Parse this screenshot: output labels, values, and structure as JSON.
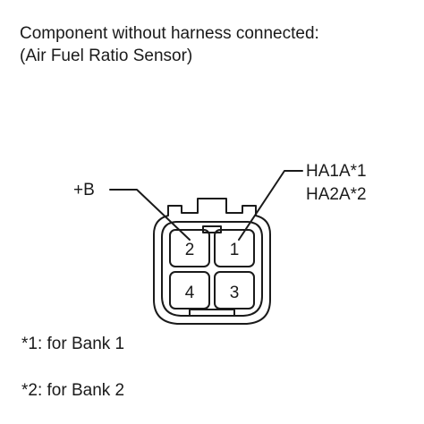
{
  "title": {
    "line1": "Component without harness connected:",
    "line2": "(Air Fuel Ratio Sensor)"
  },
  "labels": {
    "plus_b": "+B",
    "ha1a": "HA1A*1",
    "ha2a": "HA2A*2"
  },
  "pins": [
    {
      "number": "2"
    },
    {
      "number": "1"
    },
    {
      "number": "4"
    },
    {
      "number": "3"
    }
  ],
  "notes": {
    "note1": "*1: for Bank 1",
    "note2": "*2: for Bank 2"
  },
  "colors": {
    "ink": "#1a1a1a",
    "background": "#ffffff"
  }
}
